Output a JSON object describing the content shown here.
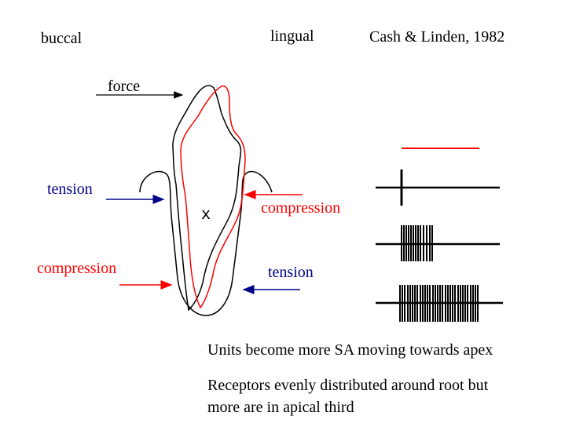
{
  "labels": {
    "buccal": "buccal",
    "lingual": "lingual",
    "citation": "Cash & Linden, 1982",
    "force": "force",
    "tension_left": "tension",
    "compression_left": "compression",
    "compression_right": "compression",
    "tension_right": "tension",
    "x_mark": "x"
  },
  "notes": [
    "Units become more SA moving towards apex",
    "Receptors evenly distributed around root but",
    "more are in apical third"
  ],
  "colors": {
    "black": "#000000",
    "red": "#ff0000",
    "navy": "#00008b"
  },
  "icons": {
    "force_arrow": "arrow-right",
    "tension_arrow": "arrow-right",
    "compression_arrow": "arrow-left",
    "spike_trains": "raster-plot"
  }
}
